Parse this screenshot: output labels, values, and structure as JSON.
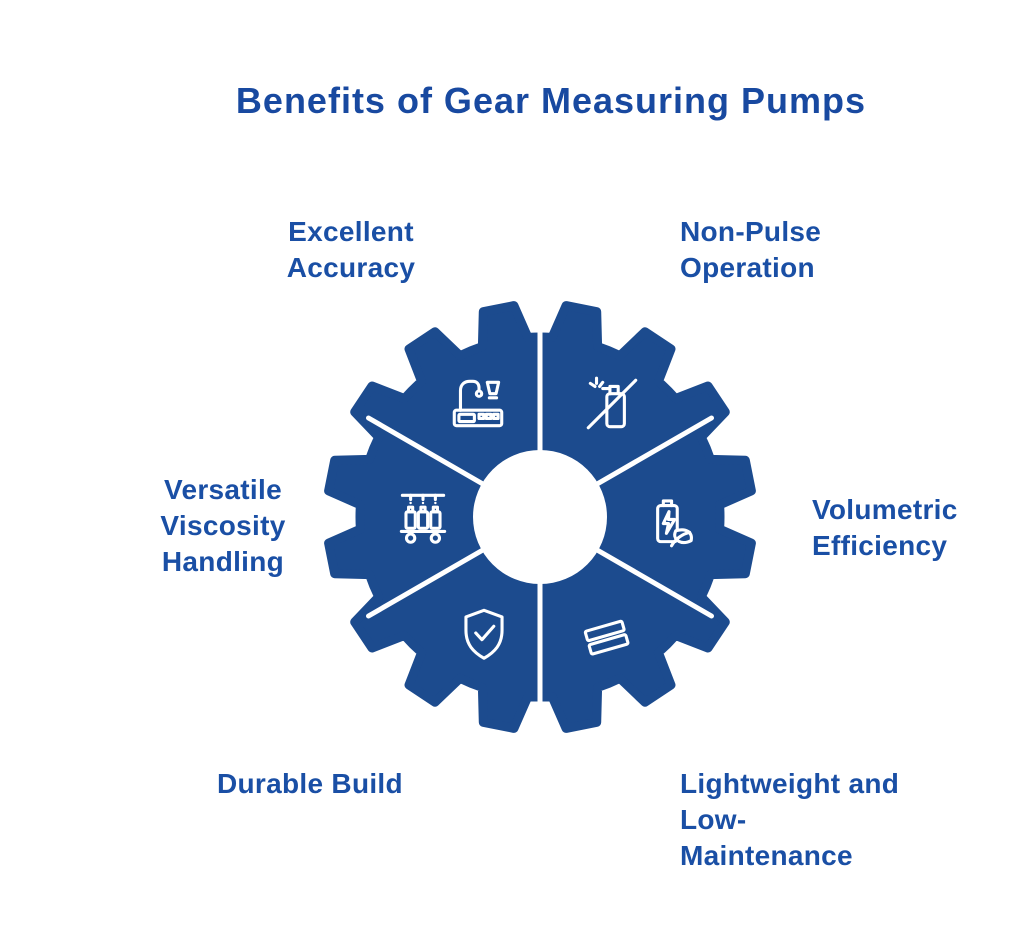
{
  "title": "Benefits of Gear Measuring Pumps",
  "colors": {
    "gear": "#1c4b8e",
    "text": "#1a4fa5",
    "title": "#1849a0",
    "icon": "#ffffff",
    "background": "#ffffff"
  },
  "labels": {
    "excellent_accuracy": "Excellent\nAccuracy",
    "non_pulse_operation": "Non-Pulse\nOperation",
    "versatile_viscosity": "Versatile\nViscosity\nHandling",
    "volumetric_efficiency": "Volumetric\nEfficiency",
    "durable_build": "Durable Build",
    "lightweight_low_maintenance": "Lightweight and\nLow-\nMaintenance"
  },
  "segments": [
    {
      "position": "top-left",
      "label": "Excellent Accuracy",
      "icon": "measuring-device-icon"
    },
    {
      "position": "top-right",
      "label": "Non-Pulse Operation",
      "icon": "spray-can-crossed-icon"
    },
    {
      "position": "right",
      "label": "Volumetric Efficiency",
      "icon": "battery-leaf-icon"
    },
    {
      "position": "bottom-right",
      "label": "Lightweight and Low-Maintenance",
      "icon": "metal-sheets-icon"
    },
    {
      "position": "bottom-left",
      "label": "Durable Build",
      "icon": "shield-check-icon"
    },
    {
      "position": "left",
      "label": "Versatile Viscosity Handling",
      "icon": "bottle-conveyor-icon"
    }
  ]
}
